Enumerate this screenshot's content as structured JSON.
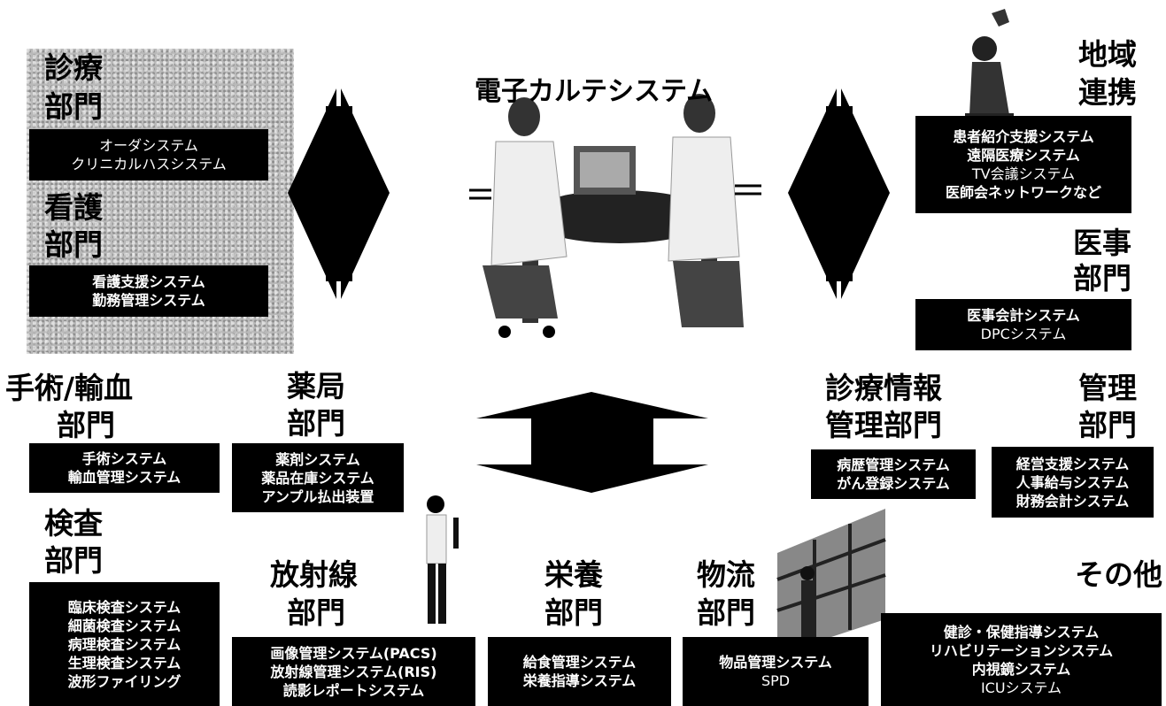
{
  "title": "電子カルテシステム",
  "departments": {
    "clinical": {
      "line1": "診療",
      "line2": "部門",
      "items": [
        "オーダシステム",
        "クリニカルハスシステム"
      ]
    },
    "nursing": {
      "line1": "看護",
      "line2": "部門",
      "items": [
        "看護支援システム",
        "勤務管理システム"
      ]
    },
    "regional": {
      "line1": "地域",
      "line2": "連携",
      "items": [
        "患者紹介支援システム",
        "遠隔医療システム",
        "TV会議システム",
        "医師会ネットワークなど"
      ]
    },
    "medical_affairs": {
      "line1": "医事",
      "line2": "部門",
      "items": [
        "医事会計システム",
        "DPCシステム"
      ]
    },
    "surgery": {
      "line1": "手術/輸血",
      "line2": "部門",
      "items": [
        "手術システム",
        "輸血管理システム"
      ]
    },
    "pharmacy": {
      "line1": "薬局",
      "line2": "部門",
      "items": [
        "薬剤システム",
        "薬品在庫システム",
        "アンプル払出装置"
      ]
    },
    "clinical_info": {
      "line1": "診療情報",
      "line2": "管理部門",
      "items": [
        "病歴管理システム",
        "がん登録システム"
      ]
    },
    "management": {
      "line1": "管理",
      "line2": "部門",
      "items": [
        "経営支援システム",
        "人事給与システム",
        "財務会計システム"
      ]
    },
    "laboratory": {
      "line1": "検査",
      "line2": "部門",
      "items": [
        "臨床検査システム",
        "細菌検査システム",
        "病理検査システム",
        "生理検査システム",
        "波形ファイリング"
      ]
    },
    "radiology": {
      "line1": "放射線",
      "line2": "部門",
      "items": [
        "画像管理システム(PACS)",
        "放射線管理システム(RIS)",
        "読影レポートシステム"
      ]
    },
    "nutrition": {
      "line1": "栄養",
      "line2": "部門",
      "items": [
        "給食管理システム",
        "栄養指導システム"
      ]
    },
    "logistics": {
      "line1": "物流",
      "line2": "部門",
      "items": [
        "物品管理システム",
        "SPD"
      ]
    },
    "other": {
      "line1": "その他",
      "items": [
        "健診・保健指導システム",
        "リハビリテーションシステム",
        "内視鏡システム",
        "ICUシステム"
      ]
    }
  }
}
